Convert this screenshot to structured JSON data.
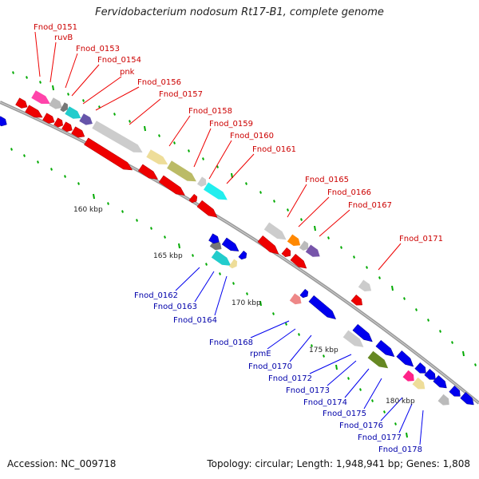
{
  "title": "Fervidobacterium nodosum Rt17-B1, complete genome",
  "footer": {
    "accession": "Accession: NC_009718",
    "topology": "Topology: circular; Length: 1,948,941 bp; Genes: 1,808"
  },
  "colors": {
    "forward_cds": "#ee0000",
    "reverse_cds": "#0000ee",
    "forward_label": "#cc0000",
    "reverse_label": "#0000aa",
    "backbone": "#9a9a9a",
    "tick": "#00aa00"
  },
  "kbp_labels": [
    "160 kbp",
    "165 kbp",
    "170 kbp",
    "175 kbp",
    "180 kbp"
  ],
  "forward_genes": [
    "Fnod_0151",
    "ruvB",
    "Fnod_0153",
    "Fnod_0154",
    "pnk",
    "Fnod_0156",
    "Fnod_0157",
    "Fnod_0158",
    "Fnod_0159",
    "Fnod_0160",
    "Fnod_0161",
    "Fnod_0165",
    "Fnod_0166",
    "Fnod_0167",
    "Fnod_0171"
  ],
  "reverse_genes": [
    "Fnod_0162",
    "Fnod_0163",
    "Fnod_0164",
    "Fnod_0168",
    "rpmE",
    "Fnod_0170",
    "Fnod_0172",
    "Fnod_0173",
    "Fnod_0174",
    "Fnod_0175",
    "Fnod_0176",
    "Fnod_0177",
    "Fnod_0178"
  ]
}
